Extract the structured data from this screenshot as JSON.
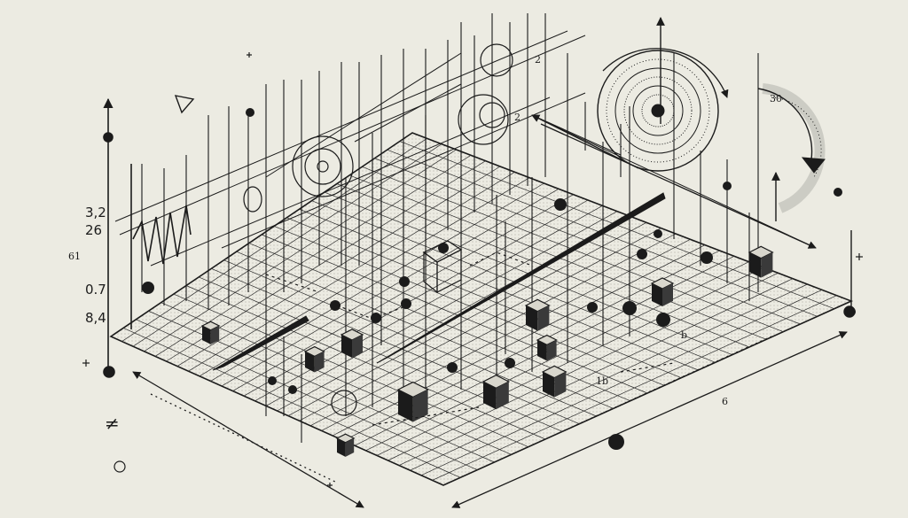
{
  "colors": {
    "background": "#ecebe2",
    "ink": "#1b1b1b",
    "paper_shade": "#d9d7cd"
  },
  "left_axis": {
    "labels": [
      "3,2",
      "26",
      "61",
      "0.7",
      "8,4"
    ]
  },
  "annotations": {
    "circle_label_top": "2",
    "circle_label_mid": "2",
    "dial_label": "30",
    "side_mark": "6",
    "grid_label_b": "b",
    "grid_label_lb": "1b",
    "plus_sign": "≠"
  },
  "icons": [
    "grid-plane",
    "dial-icon",
    "arrow-icon",
    "cube-icon",
    "sphere-icon"
  ]
}
